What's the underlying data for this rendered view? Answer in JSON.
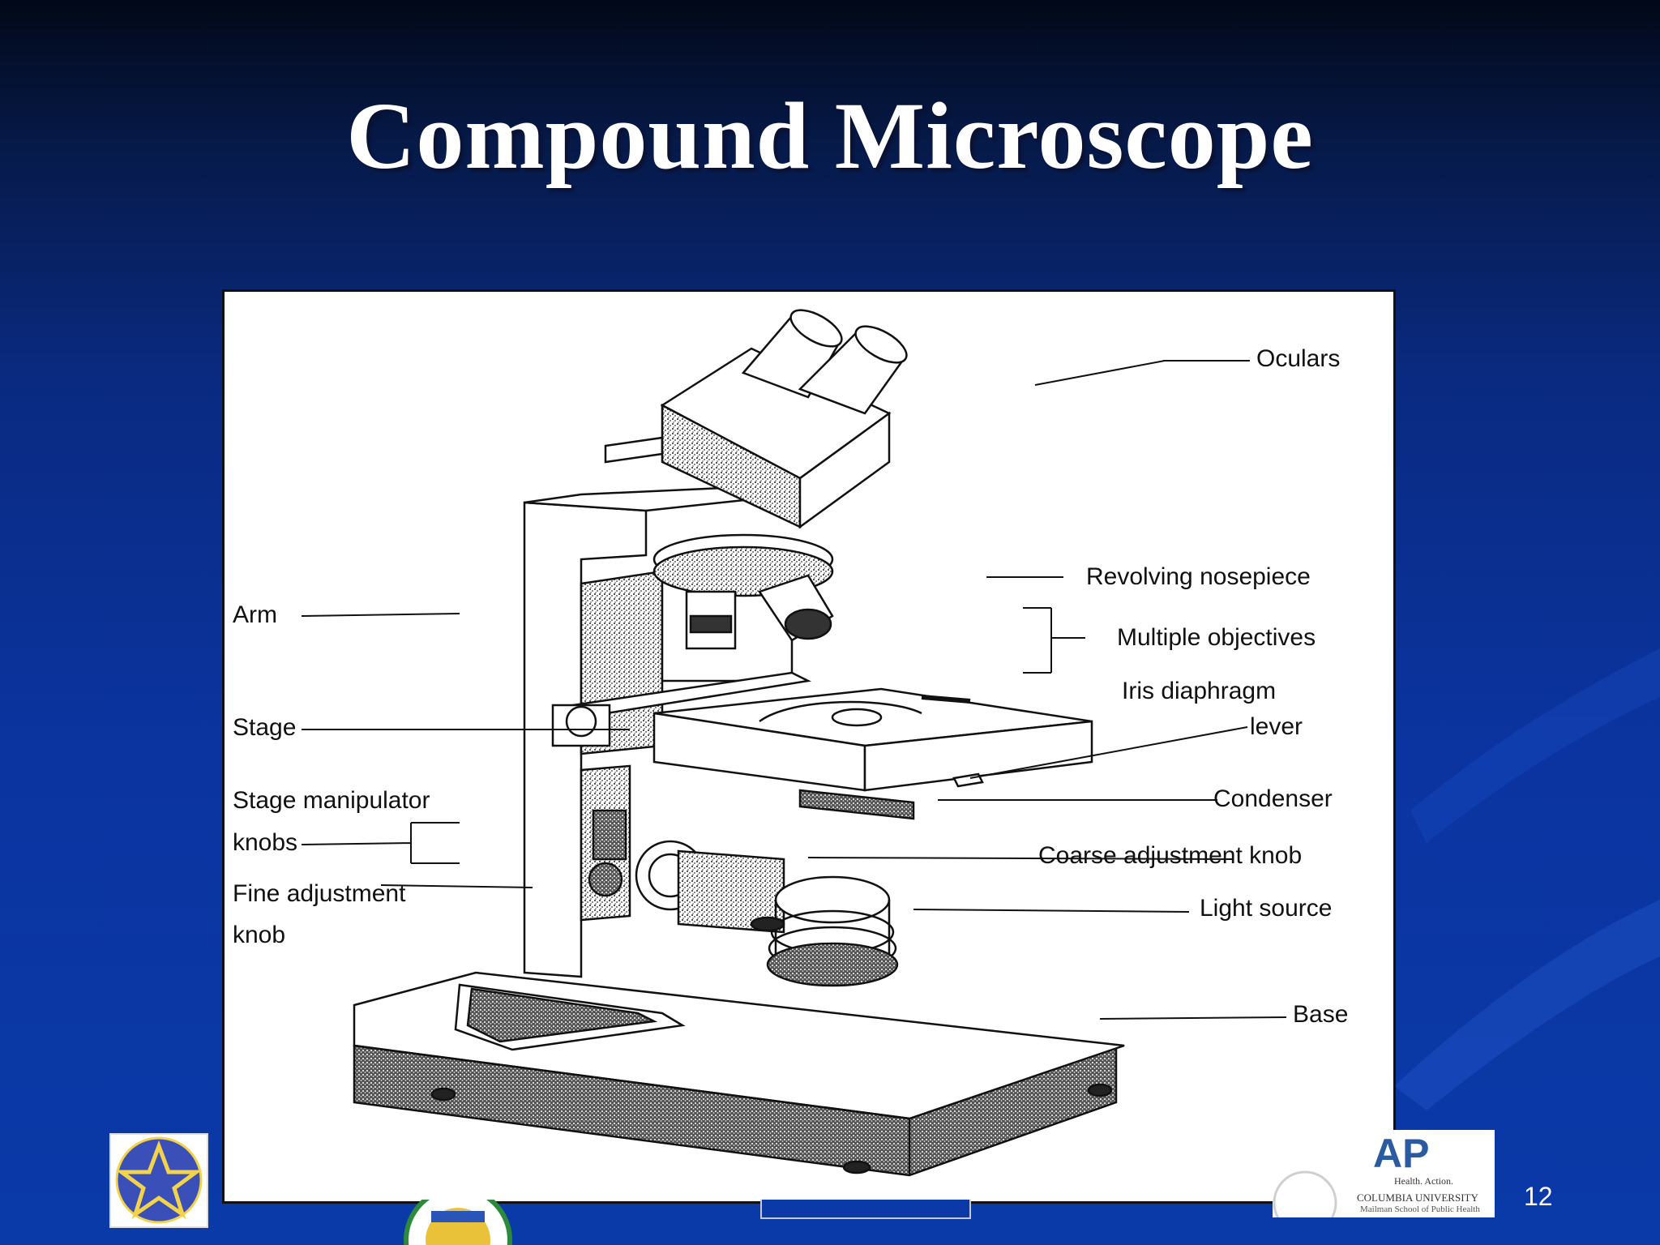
{
  "slide": {
    "title": "Compound Microscope",
    "page_number": "12",
    "colors": {
      "background": "#0a34a0",
      "title": "#ffffff"
    }
  },
  "diagram": {
    "labels": {
      "oculars": "Oculars",
      "revolving_nosepiece": "Revolving nosepiece",
      "multiple_objectives": "Multiple objectives",
      "iris_diaphragm": "Iris diaphragm",
      "iris_lever": "lever",
      "arm": "Arm",
      "stage": "Stage",
      "stage_manipulator": "Stage manipulator",
      "stage_manipulator_knobs": "knobs",
      "condenser": "Condenser",
      "coarse_adjustment": "Coarse adjustment knob",
      "fine_adjustment": "Fine adjustment",
      "fine_adjustment_knob": "knob",
      "light_source": "Light source",
      "base": "Base"
    }
  },
  "logos": {
    "right_big": "AP",
    "right_line1": "Health. Action.",
    "right_line2": "COLUMBIA UNIVERSITY",
    "right_line3": "Mailman School of Public Health"
  }
}
